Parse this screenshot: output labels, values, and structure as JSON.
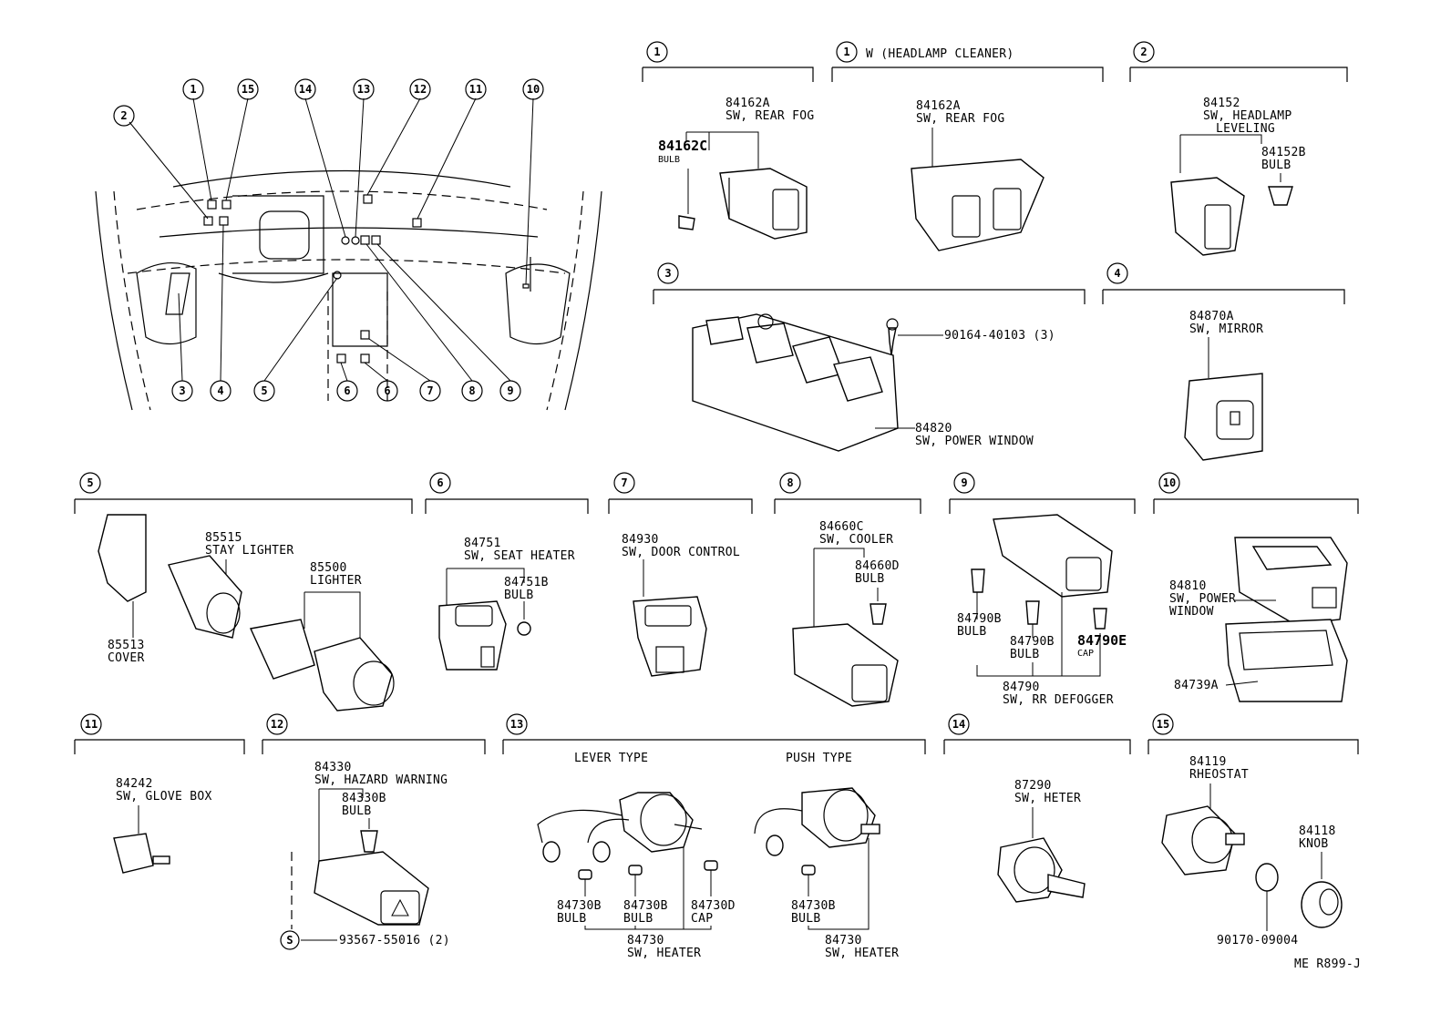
{
  "overview": {
    "callouts_top": [
      "1",
      "15",
      "14",
      "13",
      "12",
      "11",
      "10",
      "2"
    ],
    "callouts_bottom": [
      "3",
      "4",
      "5",
      "6",
      "6",
      "7",
      "8",
      "9"
    ]
  },
  "sections": {
    "s1a": {
      "num": "1",
      "title": "",
      "p1_code": "84162A",
      "p1_name": "SW, REAR FOG",
      "p2_code": "84162C",
      "p2_name": "BULB"
    },
    "s1b": {
      "num": "1",
      "title": "W (HEADLAMP CLEANER)",
      "p1_code": "84162A",
      "p1_name": "SW, REAR FOG"
    },
    "s2": {
      "num": "2",
      "p1_code": "84152",
      "p1_name": "SW, HEADLAMP",
      "p1_name2": "LEVELING",
      "p2_code": "84152B",
      "p2_name": "BULB"
    },
    "s3": {
      "num": "3",
      "p1_code": "90164-40103 (3)",
      "p2_code": "84820",
      "p2_name": "SW, POWER WINDOW"
    },
    "s4": {
      "num": "4",
      "p1_code": "84870A",
      "p1_name": "SW, MIRROR"
    },
    "s5": {
      "num": "5",
      "p1_code": "85515",
      "p1_name": "STAY LIGHTER",
      "p2_code": "85500",
      "p2_name": "LIGHTER",
      "p3_code": "85513",
      "p3_name": "COVER"
    },
    "s6": {
      "num": "6",
      "p1_code": "84751",
      "p1_name": "SW, SEAT HEATER",
      "p2_code": "84751B",
      "p2_name": "BULB"
    },
    "s7": {
      "num": "7",
      "p1_code": "84930",
      "p1_name": "SW, DOOR CONTROL"
    },
    "s8": {
      "num": "8",
      "p1_code": "84660C",
      "p1_name": "SW, COOLER",
      "p2_code": "84660D",
      "p2_name": "BULB"
    },
    "s9": {
      "num": "9",
      "p1_code": "84790B",
      "p1_name": "BULB",
      "p2_code": "84790B",
      "p2_name": "BULB",
      "p3_code": "84790E",
      "p3_name": "CAP",
      "p4_code": "84790",
      "p4_name": "SW, RR DEFOGGER"
    },
    "s10": {
      "num": "10",
      "p1_code": "84810",
      "p1_name": "SW, POWER",
      "p1_name2": "WINDOW",
      "p2_code": "84739A"
    },
    "s11": {
      "num": "11",
      "p1_code": "84242",
      "p1_name": "SW, GLOVE BOX"
    },
    "s12": {
      "num": "12",
      "p1_code": "84330",
      "p1_name": "SW, HAZARD WARNING",
      "p2_code": "84330B",
      "p2_name": "BULB",
      "p3_code": "93567-55016 (2)",
      "s_mark": "S"
    },
    "s13": {
      "num": "13",
      "lever": "LEVER TYPE",
      "push": "PUSH TYPE",
      "b1_code": "84730B",
      "b1_name": "BULB",
      "b2_code": "84730B",
      "b2_name": "BULB",
      "c_code": "84730D",
      "c_name": "CAP",
      "sw1_code": "84730",
      "sw1_name": "SW, HEATER",
      "b3_code": "84730B",
      "b3_name": "BULB",
      "sw2_code": "84730",
      "sw2_name": "SW, HEATER"
    },
    "s14": {
      "num": "14",
      "p1_code": "87290",
      "p1_name": "SW, HETER"
    },
    "s15": {
      "num": "15",
      "p1_code": "84119",
      "p1_name": "RHEOSTAT",
      "p2_code": "84118",
      "p2_name": "KNOB",
      "p3_code": "90170-09004"
    }
  },
  "footer": {
    "code": "ME R899-J"
  }
}
